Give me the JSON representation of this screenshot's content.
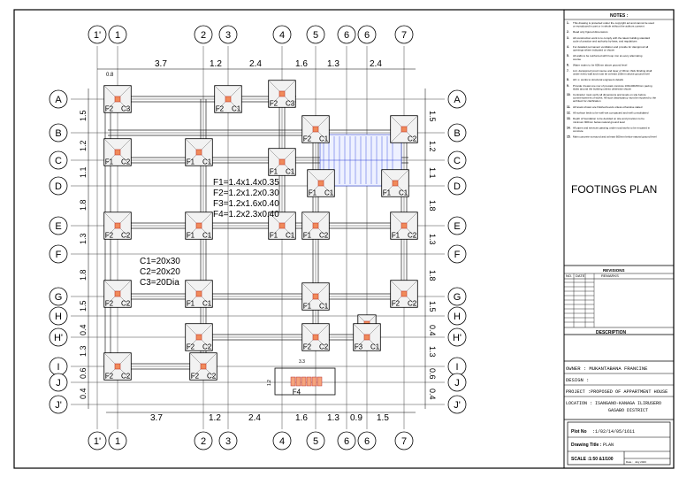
{
  "drawing": {
    "grid_cols_top": [
      "1'",
      "1",
      "2",
      "3",
      "4",
      "5",
      "6",
      "6",
      "7"
    ],
    "grid_cols_bottom": [
      "1'",
      "1",
      "2",
      "3",
      "4",
      "5",
      "6",
      "6",
      "7"
    ],
    "grid_rows_left": [
      "A",
      "B",
      "C",
      "D",
      "E",
      "F",
      "G",
      "H",
      "H'",
      "I",
      "J",
      "J'"
    ],
    "grid_rows_right": [
      "A",
      "B",
      "C",
      "D",
      "E",
      "F",
      "G",
      "H",
      "H'",
      "I",
      "J",
      "J'"
    ],
    "top_dimensions": [
      "0.8",
      "3.7",
      "1.2",
      "2.4",
      "1.6",
      "1.3",
      "2.4"
    ],
    "bottom_dimensions": [
      "3.7",
      "1.2",
      "2.4",
      "1.6",
      "1.3",
      "0.9",
      "1.5"
    ],
    "left_dimensions": [
      "1.5",
      "1.2",
      "1.1",
      "1.8",
      "1.3",
      "1.8",
      "1.5",
      "0.4",
      "1.3",
      "0.6",
      "0.4"
    ],
    "right_dimensions": [
      "1.5",
      "1.2",
      "1.1",
      "1.8",
      "1.3",
      "1.8",
      "1.5",
      "0.4",
      "1.3",
      "0.6",
      "0.4"
    ],
    "footing_schedule": [
      "F1=1.4x1.4x0.35",
      "F2=1.2x1.2x0.30",
      "F3=1.2x1.6x0.40",
      "F4=1.2x2.3x0.40"
    ],
    "column_schedule": [
      "C1=20x30",
      "C2=20x20",
      "C3=20Dia"
    ],
    "footings": [
      {
        "f": "F2",
        "c": "C3"
      },
      {
        "f": "F2",
        "c": "C1"
      },
      {
        "f": "F2",
        "c": "C3"
      },
      {
        "f": "F2",
        "c": "C1"
      },
      {
        "f": "",
        "c": "C2"
      },
      {
        "f": "F1",
        "c": "C2"
      },
      {
        "f": "F1",
        "c": "C1"
      },
      {
        "f": "F1",
        "c": "C1"
      },
      {
        "f": "F1",
        "c": "C1"
      },
      {
        "f": "F1",
        "c": "C1"
      },
      {
        "f": "F2",
        "c": "C2"
      },
      {
        "f": "F1",
        "c": "C1"
      },
      {
        "f": "F1",
        "c": "C1"
      },
      {
        "f": "F1",
        "c": "C2"
      },
      {
        "f": "F1",
        "c": "C2"
      },
      {
        "f": "F2",
        "c": "C2"
      },
      {
        "f": "F1",
        "c": "C1"
      },
      {
        "f": "F1",
        "c": "C1"
      },
      {
        "f": "F2",
        "c": "C2"
      },
      {
        "f": "",
        "c": "C1"
      },
      {
        "f": "F2",
        "c": "C2"
      },
      {
        "f": "F2",
        "c": "C2"
      },
      {
        "f": "F3",
        "c": "C1"
      },
      {
        "f": "F2",
        "c": "C2"
      },
      {
        "f": "F2",
        "c": "C2"
      },
      {
        "f": "F4",
        "c": ""
      }
    ],
    "small_dims": [
      "3.3",
      "1.2"
    ]
  },
  "title_block": {
    "notes_title": "NOTES :",
    "notes": [
      "This drawing is protected under the copyright act and cannot be used or reproduced in part or in whole without the authors consent",
      "Read only figured dimensions",
      "All construction work is to comply with the latest building standard code of practice and authority by-laws, and regulations",
      "For detailed permanent ventilation and provide for dampproof all openings where indicated or shown",
      "All walls to be reinforced with hoop iron at every alternating course",
      "Water mains to be 600mm above ground level",
      "Lint. dampproof proof course and layer of 30mm thick blinding shall under every wall and must be at least 150mm above ground level",
      "All r.c. works to structural engineers details",
      "Provide 4 least one row of precast concrete 100x400x50mm paving slabs around the building unless otherwise shown",
      "Contractor must verify all dimensions and levels on site before commencement of works. All such discrepancy must be reported to the architect for clarification",
      "All levels shown are finished levels unless otherwise stated",
      "All surface beds to be well wet compacted and well consolidated",
      "Depth of foundation to be decided on site and provision to be minimum 900mm below natural ground level",
      "All pipes and services passing under road works to be encased in concrete",
      "Main concrete surround and at least 600mm below natural ground level"
    ],
    "drawing_heading": "FOOTINGS PLAN",
    "revisions_title": "REVISIONS",
    "rev_headers": [
      "NO.",
      "DATE",
      "REMARKS"
    ],
    "description_label": "DESCRIPTION",
    "owner": "OWNER  : MUKANTABANA FRANCINE",
    "design": "DESIGN :",
    "project": "PROJECT :PROPOSED OF APPARTMENT HOUSE",
    "location_line1": "LOCATION : ISANGANO-KANAGA ILIRUSERO",
    "location_line2": "GASABO DISTRICT",
    "plot_label": "Plot No",
    "plot_value": ":1/02/14/05/1611",
    "drawing_title_label": "Drawing Title :",
    "drawing_title_value": "PLAN",
    "scale_label": "SCALE :1:50 &1/100",
    "sheet_label": "Date :",
    "sheet_value": "July 2023"
  }
}
